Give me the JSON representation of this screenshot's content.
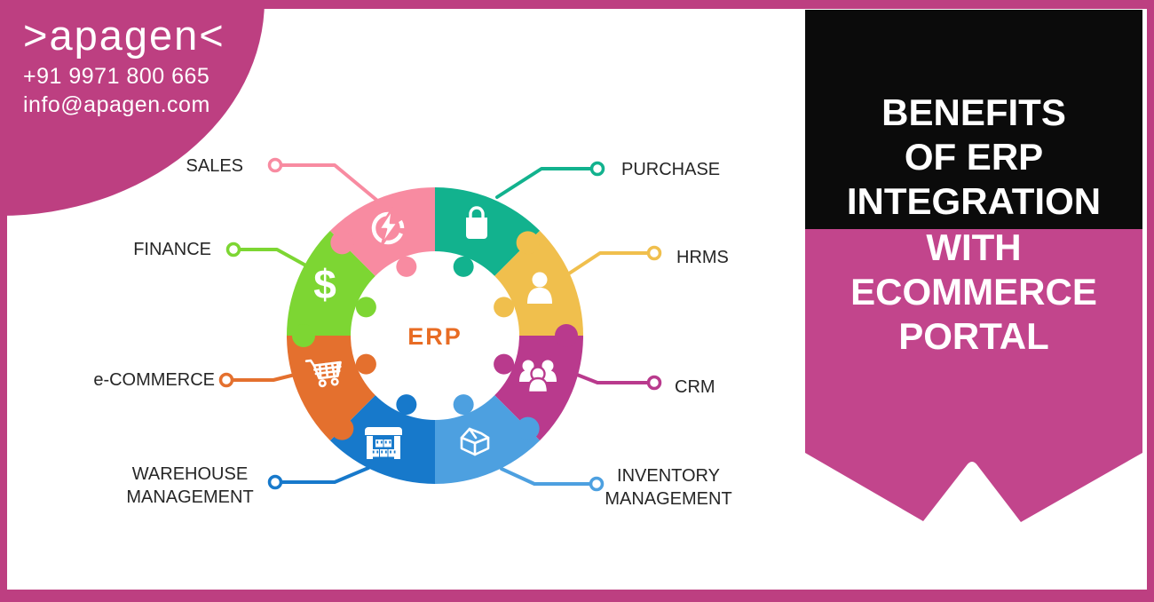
{
  "brand": {
    "logo_text": ">apagen<",
    "phone": "+91 9971 800 665",
    "email": "info@apagen.com"
  },
  "banner": {
    "black_lines": [
      "BENEFITS",
      "OF ERP",
      "INTEGRATION"
    ],
    "pink_lines": [
      "WITH",
      "ECOMMERCE",
      "PORTAL"
    ],
    "bg_black": "#0b0b0b",
    "bg_pink": "#c2458c",
    "text_color": "#ffffff"
  },
  "frame": {
    "color": "#bd3f81",
    "canvas_color": "#ffffff"
  },
  "diagram": {
    "center_label": "ERP",
    "center_color": "#e86c24",
    "label_color": "#262626",
    "segments": [
      {
        "id": "purchase",
        "label": "PURCHASE",
        "color": "#12b28e",
        "icon": "shopping-bag-icon"
      },
      {
        "id": "hrms",
        "label": "HRMS",
        "color": "#f0bf4d",
        "icon": "person-icon"
      },
      {
        "id": "crm",
        "label": "CRM",
        "color": "#b93a8d",
        "icon": "people-group-icon"
      },
      {
        "id": "inventory",
        "label": "INVENTORY MANAGEMENT",
        "color": "#4da0e0",
        "icon": "open-box-icon"
      },
      {
        "id": "warehouse",
        "label": "WAREHOUSE MANAGEMENT",
        "color": "#1779cb",
        "icon": "warehouse-icon"
      },
      {
        "id": "ecommerce",
        "label": "e-COMMERCE",
        "color": "#e4702e",
        "icon": "shopping-cart-icon"
      },
      {
        "id": "finance",
        "label": "FINANCE",
        "color": "#7dd633",
        "icon": "dollar-icon"
      },
      {
        "id": "sales",
        "label": "SALES",
        "color": "#f88ba1",
        "icon": "lightning-circle-icon"
      }
    ]
  }
}
